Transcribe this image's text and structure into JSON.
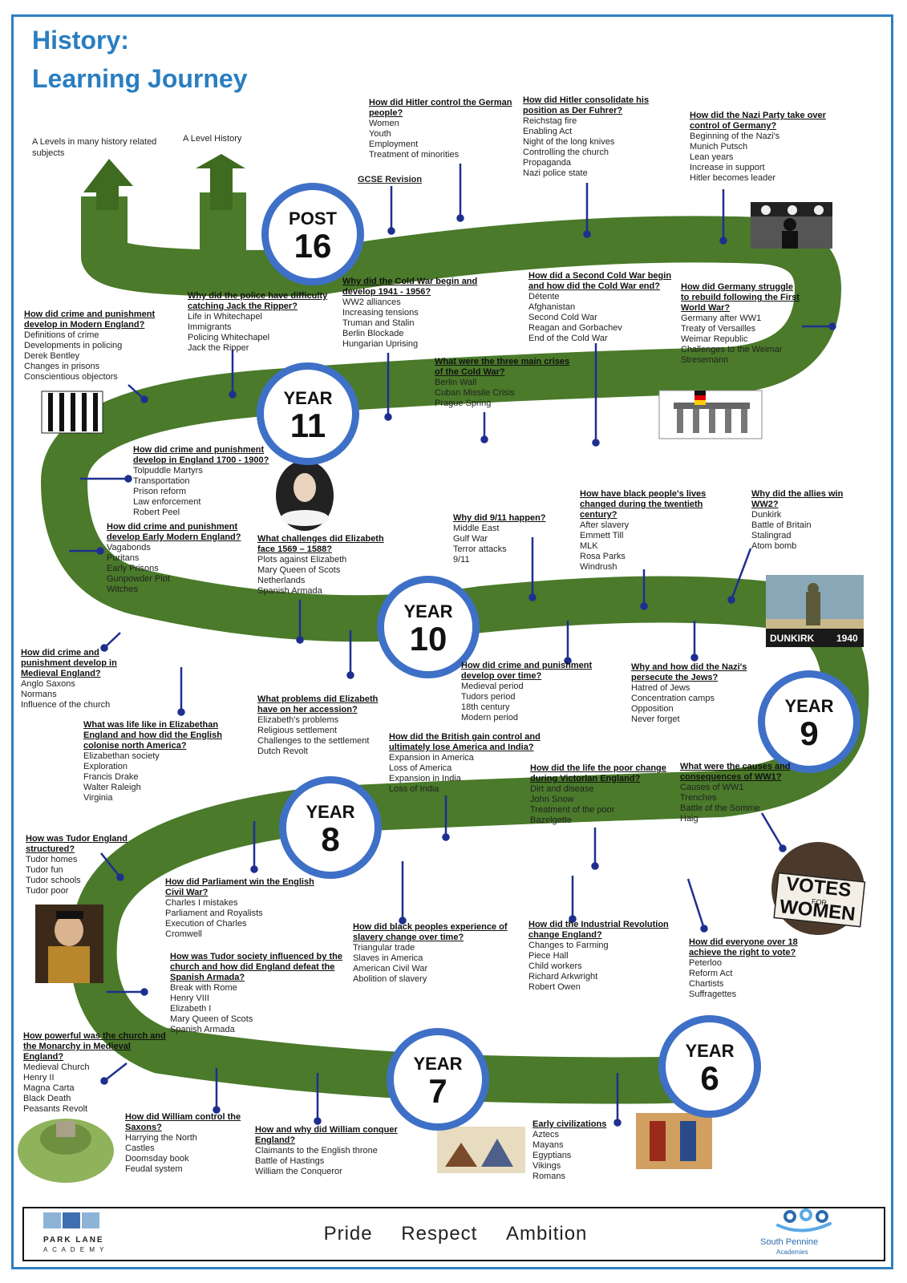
{
  "title": {
    "line1": "History:",
    "line2": "Learning Journey"
  },
  "post16": {
    "alevels_many": "A Levels in many history related subjects",
    "alevel_history": "A Level History",
    "gcse_revision": "GCSE Revision"
  },
  "badges": [
    {
      "id": "post16",
      "line1": "POST",
      "line2": "16"
    },
    {
      "id": "year11",
      "line1": "YEAR",
      "line2": "11"
    },
    {
      "id": "year10",
      "line1": "YEAR",
      "line2": "10"
    },
    {
      "id": "year9",
      "line1": "YEAR",
      "line2": "9"
    },
    {
      "id": "year8",
      "line1": "YEAR",
      "line2": "8"
    },
    {
      "id": "year7",
      "line1": "YEAR",
      "line2": "7"
    },
    {
      "id": "year6",
      "line1": "YEAR",
      "line2": "6"
    }
  ],
  "topics": [
    {
      "id": "hitler-control",
      "question": "How did Hitler control the German people?",
      "items": [
        "Women",
        "Youth",
        "Employment",
        "Treatment of minorities"
      ]
    },
    {
      "id": "hitler-consolidate",
      "question": "How did Hitler consolidate his position as Der Fuhrer?",
      "items": [
        "Reichstag fire",
        "Enabling Act",
        "Night of the long knives",
        "Controlling the church",
        "Propaganda",
        "Nazi police state"
      ]
    },
    {
      "id": "nazi-takeover",
      "question": "How did the Nazi Party take over control of Germany?",
      "items": [
        "Beginning of the Nazi's",
        "Munich Putsch",
        "Lean years",
        "Increase in support",
        "Hitler becomes leader"
      ]
    },
    {
      "id": "crime-modern",
      "question": "How did crime and punishment develop in Modern England?",
      "items": [
        "Definitions of crime",
        "Developments in policing",
        "Derek Bentley",
        "Changes in prisons",
        "Conscientious objectors"
      ]
    },
    {
      "id": "jack-ripper",
      "question": "Why did the police have difficulty catching Jack the Ripper?",
      "items": [
        "Life in Whitechapel",
        "Immigrants",
        "Policing Whitechapel",
        "Jack the Ripper"
      ]
    },
    {
      "id": "cold-war-begin",
      "question": "Why did the Cold War begin and develop 1941 - 1956?",
      "items": [
        "WW2 alliances",
        "Increasing tensions",
        "Truman and Stalin",
        "Berlin Blockade",
        "Hungarian Uprising"
      ]
    },
    {
      "id": "cold-war-end",
      "question": "How did a Second Cold War begin and how did the Cold War end?",
      "items": [
        "Détente",
        "Afghanistan",
        "Second Cold War",
        "Reagan and Gorbachev",
        "End of the Cold War"
      ]
    },
    {
      "id": "germany-ww1",
      "question": "How did Germany struggle to rebuild following the First World War?",
      "items": [
        "Germany after WW1",
        "Treaty of Versailles",
        "Weimar Republic",
        "Challenges to the Weimar",
        "Stresemann"
      ]
    },
    {
      "id": "cold-war-crises",
      "question": "What were the three main crises of the Cold War?",
      "items": [
        "Berlin Wall",
        "Cuban Missile Crisis",
        "Prague Spring"
      ]
    },
    {
      "id": "crime-1700",
      "question": "How did crime and punishment develop in England 1700 - 1900?",
      "items": [
        "Tolpuddle Martyrs",
        "Transportation",
        "Prison reform",
        "Law enforcement",
        "Robert Peel"
      ]
    },
    {
      "id": "crime-early-modern",
      "question": "How did crime and punishment develop Early Modern England?",
      "items": [
        "Vagabonds",
        "Puritans",
        "Early Prisons",
        "Gunpowder Plot",
        "Witches"
      ]
    },
    {
      "id": "elizabeth-challenges",
      "question": "What challenges did Elizabeth face 1569 – 1588?",
      "items": [
        "Plots against Elizabeth",
        "Mary Queen of Scots",
        "Netherlands",
        "Spanish Armada"
      ]
    },
    {
      "id": "nine-eleven",
      "question": "Why did 9/11 happen?",
      "items": [
        "Middle East",
        "Gulf War",
        "Terror attacks",
        "9/11"
      ]
    },
    {
      "id": "black-lives",
      "question": "How have black people's lives changed during the twentieth century?",
      "items": [
        "After slavery",
        "Emmett Till",
        "MLK",
        "Rosa Parks",
        "Windrush"
      ]
    },
    {
      "id": "allies-ww2",
      "question": "Why did the allies win WW2?",
      "items": [
        "Dunkirk",
        "Battle of Britain",
        "Stalingrad",
        "Atom bomb"
      ]
    },
    {
      "id": "crime-medieval",
      "question": "How did crime and punishment develop in Medieval England?",
      "items": [
        "Anglo Saxons",
        "Normans",
        "Influence of the church"
      ]
    },
    {
      "id": "crime-over-time",
      "question": "How did crime and punishment develop over time?",
      "items": [
        "Medieval period",
        "Tudors period",
        "18th century",
        "Modern period"
      ]
    },
    {
      "id": "nazi-jews",
      "question": "Why and how did the Nazi's persecute the Jews?",
      "items": [
        "Hatred of Jews",
        "Concentration camps",
        "Opposition",
        "Never forget"
      ]
    },
    {
      "id": "elizabeth-accession",
      "question": "What problems did Elizabeth have on her accession?",
      "items": [
        "Elizabeth's problems",
        "Religious settlement",
        "Challenges to the settlement",
        "Dutch Revolt"
      ]
    },
    {
      "id": "elizabethan-life",
      "question": "What was life like in Elizabethan England and how did the English colonise north America?",
      "items": [
        "Elizabethan society",
        "Exploration",
        "Francis Drake",
        "Walter Raleigh",
        "Virginia"
      ]
    },
    {
      "id": "british-america-india",
      "question": "How did the British gain control and ultimately lose America and India?",
      "items": [
        "Expansion in America",
        "Loss of America",
        "Expansion in India",
        "Loss of India"
      ]
    },
    {
      "id": "victorian-poor",
      "question": "How did the life the poor change during Victorian England?",
      "items": [
        "Dirt and disease",
        "John Snow",
        "Treatment of the poor",
        "Bazelgette"
      ]
    },
    {
      "id": "ww1-causes",
      "question": "What were the causes and consequences of WW1?",
      "items": [
        "Causes of WW1",
        "Trenches",
        "Battle of the Somme",
        "Haig"
      ]
    },
    {
      "id": "tudor-structure",
      "question": "How was Tudor England structured?",
      "items": [
        "Tudor homes",
        "Tudor fun",
        "Tudor schools",
        "Tudor poor"
      ]
    },
    {
      "id": "civil-war",
      "question": "How did Parliament win the English Civil War?",
      "items": [
        "Charles I mistakes",
        "Parliament and Royalists",
        "Execution of Charles",
        "Cromwell"
      ]
    },
    {
      "id": "slavery",
      "question": "How did black peoples experience of slavery change over time?",
      "items": [
        "Triangular trade",
        "Slaves in America",
        "American Civil War",
        "Abolition of slavery"
      ]
    },
    {
      "id": "industrial-revolution",
      "question": "How did the Industrial Revolution change England?",
      "items": [
        "Changes to Farming",
        "Piece Hall",
        "Child workers",
        "Richard Arkwright",
        "Robert Owen"
      ]
    },
    {
      "id": "vote",
      "question": "How did everyone over 18 achieve the right to vote?",
      "items": [
        "Peterloo",
        "Reform Act",
        "Chartists",
        "Suffragettes"
      ]
    },
    {
      "id": "tudor-society",
      "question": "How was Tudor society influenced by the church and how did England defeat the Spanish Armada?",
      "items": [
        "Break with Rome",
        "Henry VIII",
        "Elizabeth I",
        "Mary Queen of Scots",
        "Spanish Armada"
      ]
    },
    {
      "id": "church-monarchy",
      "question": "How powerful was the church and the Monarchy in Medieval England?",
      "items": [
        "Medieval Church",
        "Henry II",
        "Magna Carta",
        "Black Death",
        "Peasants Revolt"
      ]
    },
    {
      "id": "william-control",
      "question": "How did William control the Saxons?",
      "items": [
        "Harrying the North",
        "Castles",
        "Doomsday book",
        "Feudal system"
      ]
    },
    {
      "id": "william-conquer",
      "question": "How and why did William conquer England?",
      "items": [
        "Claimants to the English throne",
        "Battle of Hastings",
        "William the Conqueror"
      ]
    },
    {
      "id": "early-civ",
      "question": "Early civilizations",
      "items": [
        "Aztecs",
        "Mayans",
        "Egyptians",
        "Vikings",
        "Romans"
      ]
    }
  ],
  "images": {
    "dunkirk_left": "DUNKIRK",
    "dunkirk_right": "1940",
    "votes1": "VOTES",
    "votes2": "FOR",
    "votes3": "WOMEN"
  },
  "footer": {
    "motto": [
      "Pride",
      "Respect",
      "Ambition"
    ],
    "school_line1": "PARK LANE",
    "school_line2": "A C A D E M Y",
    "trust_line1": "South Pennine",
    "trust_line2": "Academies"
  },
  "colors": {
    "road": "#4a7a2a",
    "accent": "#2a7ec0",
    "badge_ring": "#3f70c7",
    "connector": "#1f2f8f"
  }
}
